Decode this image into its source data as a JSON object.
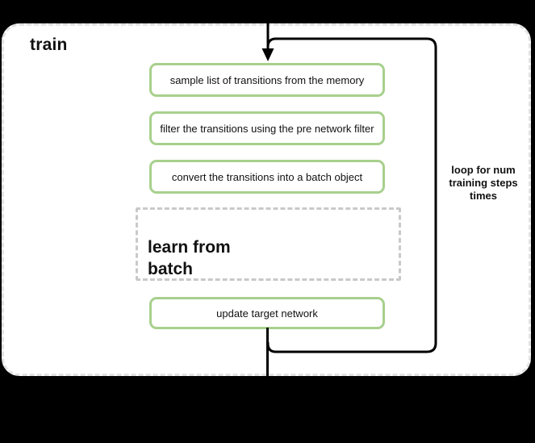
{
  "diagram": {
    "title": "train",
    "steps": [
      {
        "label": "sample list of transitions from the memory"
      },
      {
        "label": "filter the transitions using the pre network filter"
      },
      {
        "label": "convert the transitions into a batch object"
      }
    ],
    "subprocess": {
      "label": "learn from\nbatch"
    },
    "final_step": {
      "label": "update target network"
    },
    "loop_label": "loop for num\ntraining steps\ntimes",
    "colors": {
      "background": "#000000",
      "container_bg": "#ffffff",
      "container_border": "#e2e2e2",
      "step_border": "#a8d08d",
      "subprocess_border": "#c9c9c9",
      "loop_stroke": "#000000",
      "text": "#111111"
    }
  }
}
